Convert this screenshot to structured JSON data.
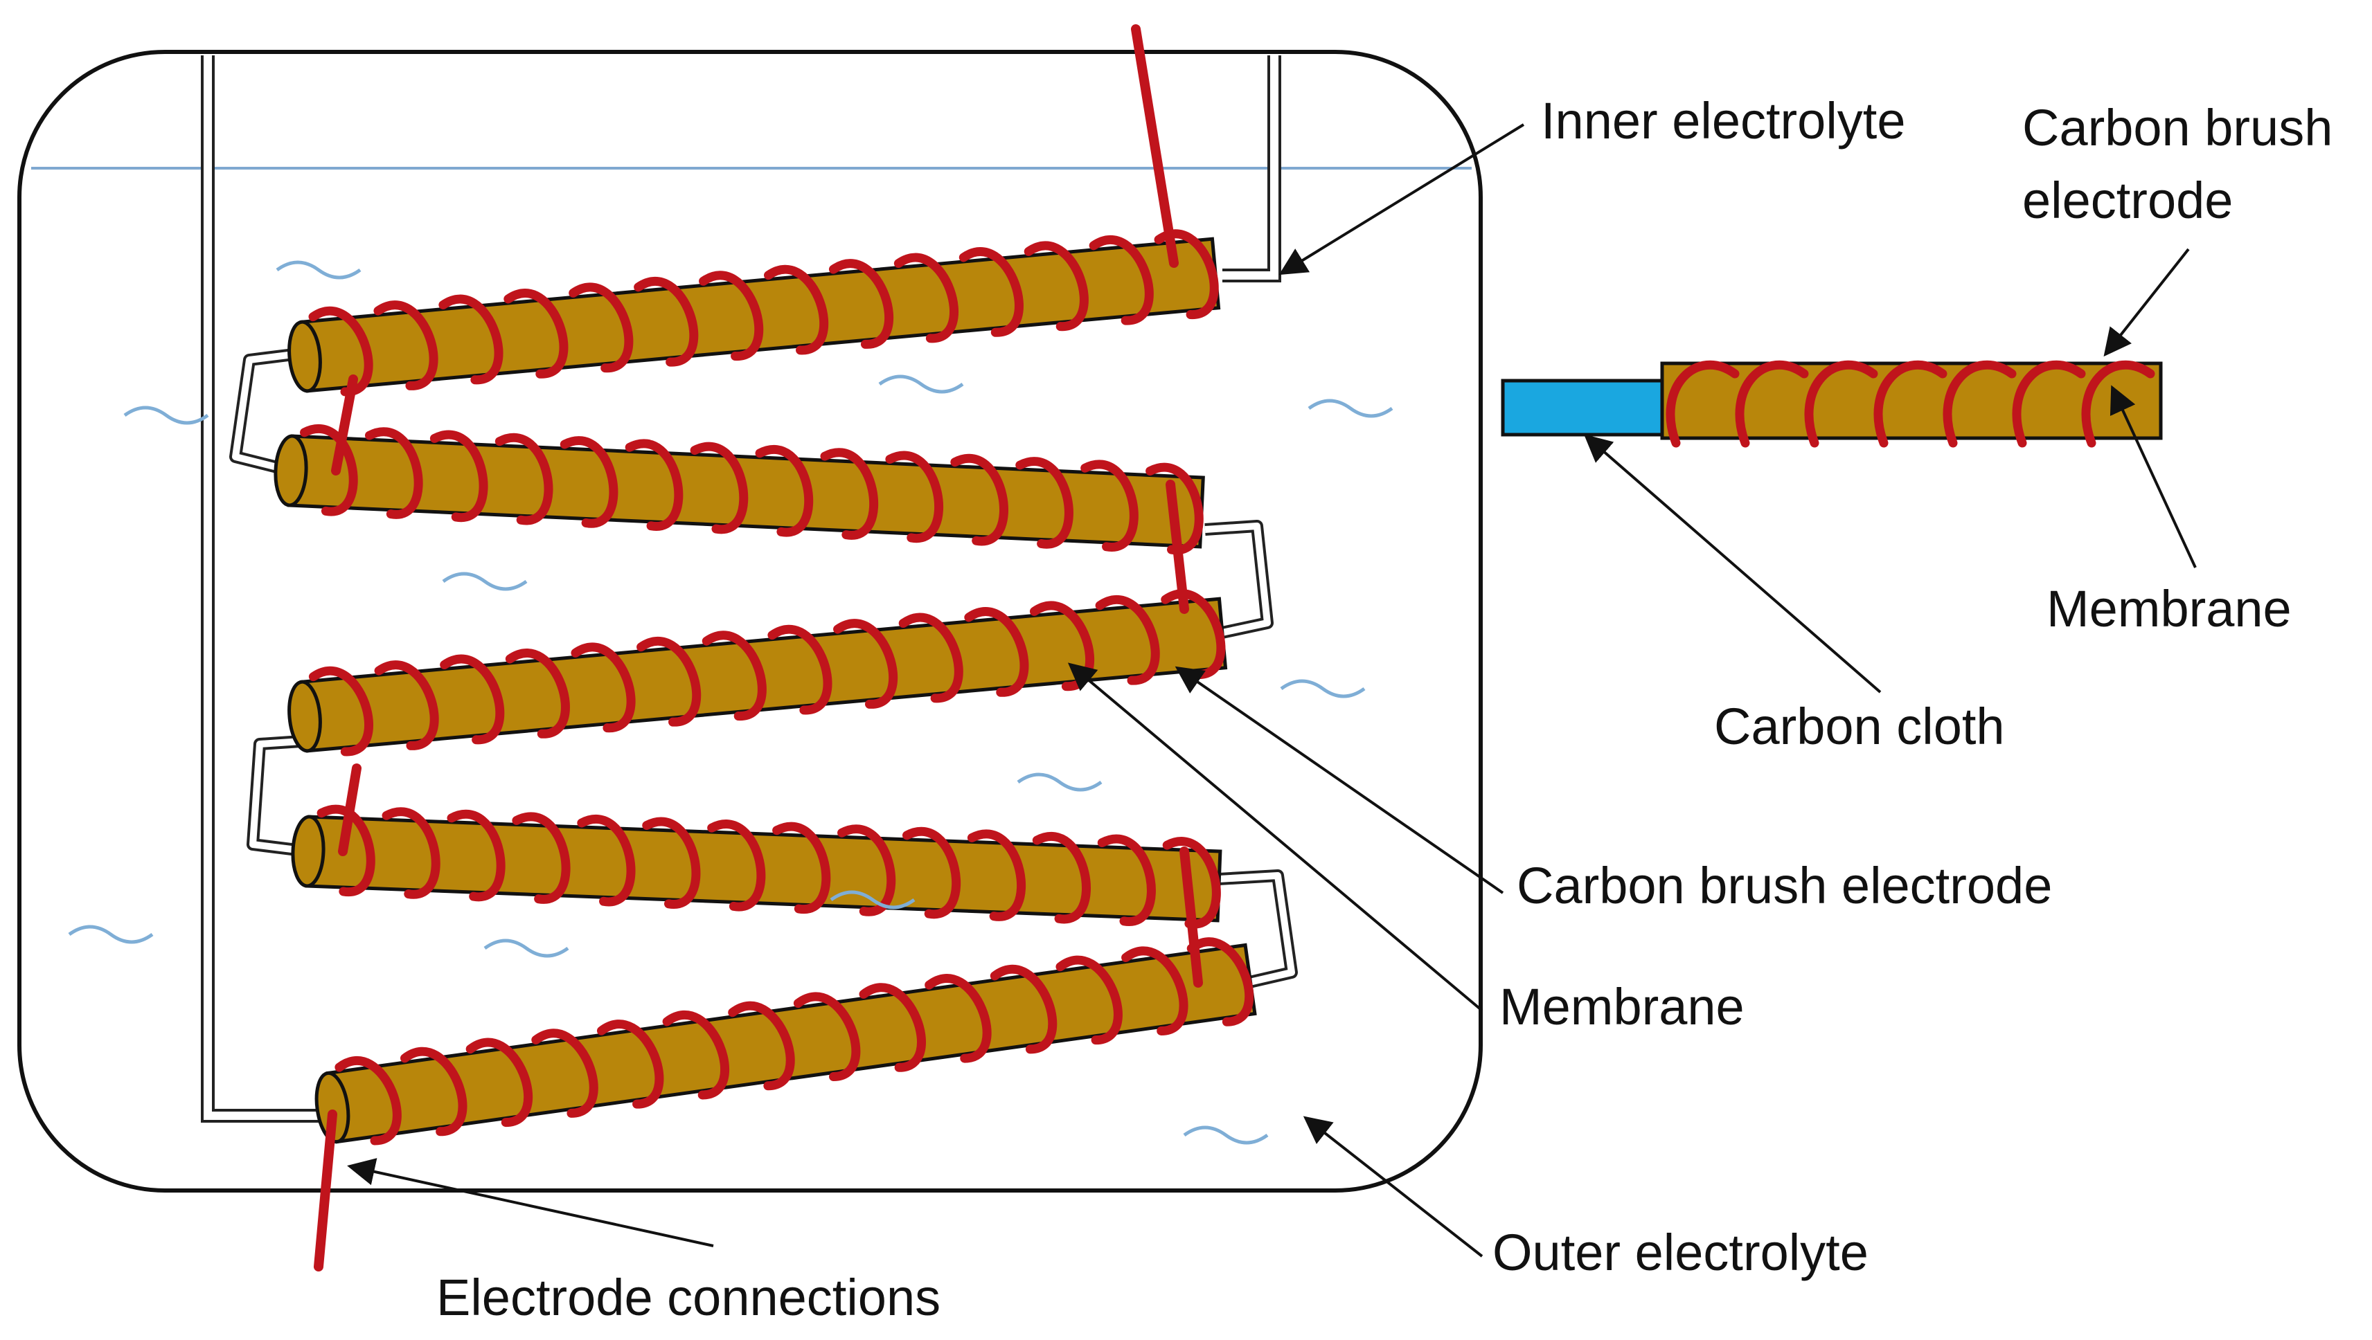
{
  "labels": {
    "inner_electrolyte": "Inner electrolyte",
    "carbon_brush_electrode_right_line1": "Carbon brush",
    "carbon_brush_electrode_right_line2": "electrode",
    "membrane_right": "Membrane",
    "carbon_cloth": "Carbon cloth",
    "carbon_brush_electrode": "Carbon brush electrode",
    "membrane": "Membrane",
    "outer_electrolyte": "Outer electrolyte",
    "electrode_connections": "Electrode connections"
  },
  "colors": {
    "carbon_brush": "#B8860B",
    "membrane_wire": "#C0141C",
    "carbon_cloth": "#1AA7E0",
    "electrolyte_wave": "#7FAED6",
    "liquid_level_line": "#7FA8D0",
    "outline": "#111111"
  }
}
